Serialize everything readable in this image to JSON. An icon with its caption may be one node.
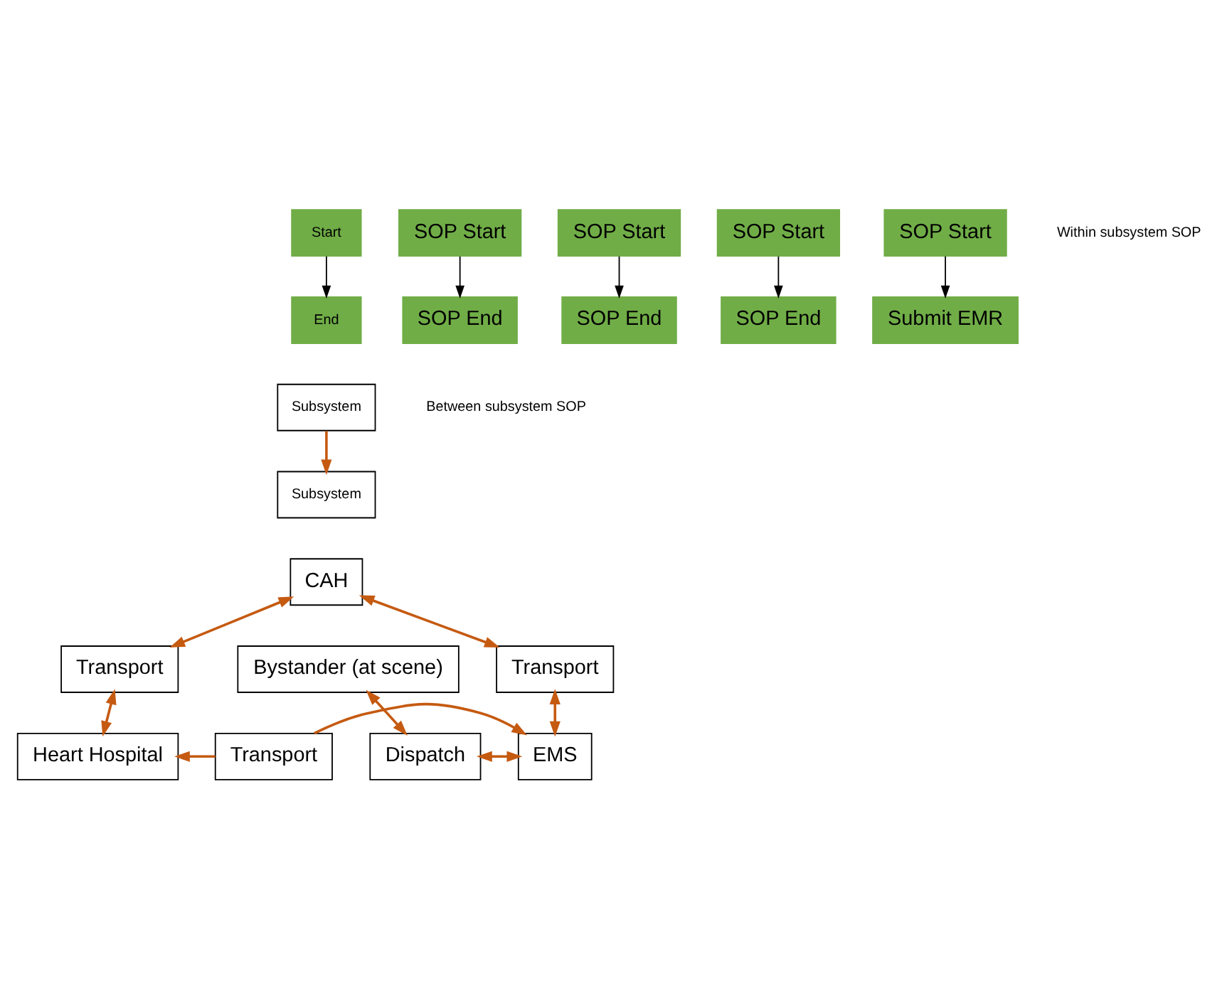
{
  "diagram": {
    "nodes": [
      {
        "text": [
          "Start"
        ]
      },
      {
        "text": [
          "End"
        ]
      },
      {
        "text": [
          "Subsystem"
        ]
      },
      {
        "text": [
          "Subsystem"
        ]
      },
      {
        "text": [
          "CAH"
        ]
      },
      {
        "text": [
          "Transport"
        ]
      },
      {
        "text": [
          "Transport"
        ]
      },
      {
        "text": [
          "SOP Start"
        ]
      },
      {
        "text": [
          "SOP End"
        ]
      },
      {
        "text": [
          "Bystander (at scene)"
        ]
      },
      {
        "text": [
          "Dispatch"
        ]
      },
      {
        "text": [
          "EMS"
        ]
      },
      {
        "text": [
          "Transport"
        ]
      },
      {
        "text": [
          "Heart Hospital"
        ]
      },
      {
        "text": [
          "SOP Start"
        ]
      },
      {
        "text": [
          "SOP End"
        ]
      },
      {
        "text": [
          "SOP Start"
        ]
      },
      {
        "text": [
          "SOP End"
        ]
      },
      {
        "text": [
          "SOP Start"
        ]
      },
      {
        "text": [
          "Submit EMR"
        ]
      }
    ],
    "edges": [
      {
        "from": 0,
        "to": 1,
        "arrow": "to",
        "color": "#000000"
      },
      {
        "from": 2,
        "to": 3,
        "arrow": "to"
      },
      {
        "from": 5,
        "to": 4,
        "arrow": "both"
      },
      {
        "from": 4,
        "to": 6,
        "arrow": "both"
      },
      {
        "from": 7,
        "to": 8,
        "arrow": "to",
        "color": "#000000"
      },
      {
        "from": 9,
        "to": 10,
        "arrow": "both"
      },
      {
        "from": 10,
        "to": 11,
        "arrow": "both"
      },
      {
        "from": 11,
        "to": 5,
        "arrow": "both"
      },
      {
        "from": 6,
        "to": 13,
        "arrow": "both"
      },
      {
        "from": 12,
        "to": 11,
        "arrow": "to"
      },
      {
        "from": 12,
        "to": 13,
        "arrow": "to"
      },
      {
        "from": 14,
        "to": 15,
        "arrow": "to",
        "color": "#000000"
      },
      {
        "from": 16,
        "to": 17,
        "arrow": "to",
        "color": "#000000"
      },
      {
        "from": 18,
        "to": 19,
        "arrow": "to",
        "color": "#000000"
      }
    ],
    "labels": [
      "Within subsystem SOP",
      "Between subsystem SOP"
    ]
  }
}
